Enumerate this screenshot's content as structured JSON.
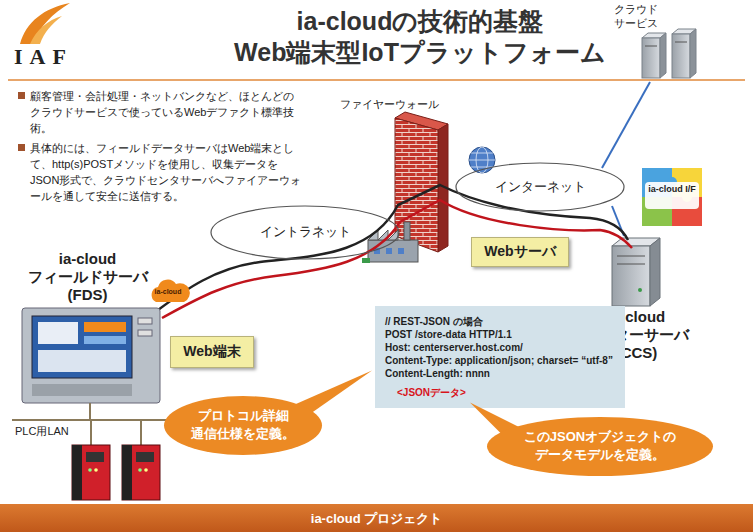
{
  "diagram": {
    "title": "ia-cloudの技術的基盤 Web端末型IoTプラットフォーム",
    "nodes": [
      {
        "text": [
          "インターネット"
        ]
      },
      {
        "text": [
          "イントラネット"
        ]
      },
      {
        "text": [
          "Webサーバ"
        ]
      },
      {
        "text": [
          "// REST-JSON の場合",
          "POST /store-data HTTP/1.1",
          "Host: centerserver.host.com/",
          "Content-Type: application/json; charset= “utf-8”",
          "Content-Length: nnnn",
          "<JSONデータ>"
        ]
      },
      {
        "text": [
          "Web端末"
        ]
      },
      {
        "text": [
          "プロトコル詳細 通信仕様を定義。"
        ]
      },
      {
        "text": [
          "このJSONオブジェクトの データモデルを定義。"
        ]
      }
    ],
    "labels": [
      "IAF",
      "顧客管理・会計処理・ネットバンクなど、ほとんどのクラウドサービスで使っているWebデファクト標準技術。",
      "具体的には、フィールドデータサーバはWeb端末として、http(s)POSTメソッドを使用し、収集データをJSON形式で、クラウドセンタサーバへファイアーウォールを通して安全に送信する。",
      "クラウド サービス",
      "ファイヤーウォール",
      "ia-cloud I/F",
      "ia-cloud",
      "ia-cloud フィールドサーバ (FDS)",
      "ia-cloud センターサーバ (CCS)",
      "PLC用LAN",
      "ia-cloud プロジェクト"
    ]
  }
}
